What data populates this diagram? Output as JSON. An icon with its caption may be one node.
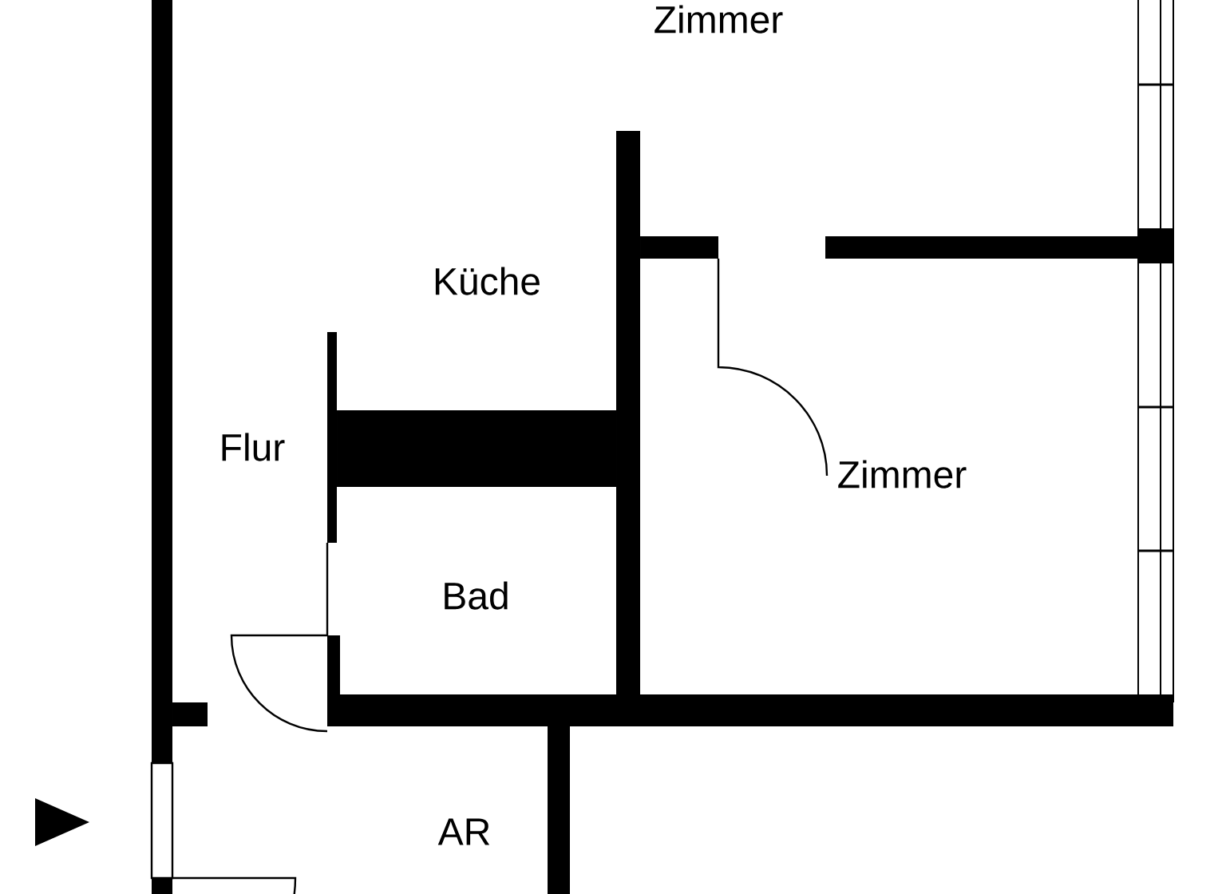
{
  "diagram": {
    "labels": [
      "Zimmer",
      "Küche",
      "Flur",
      "Zimmer",
      "Bad",
      "AR"
    ]
  }
}
